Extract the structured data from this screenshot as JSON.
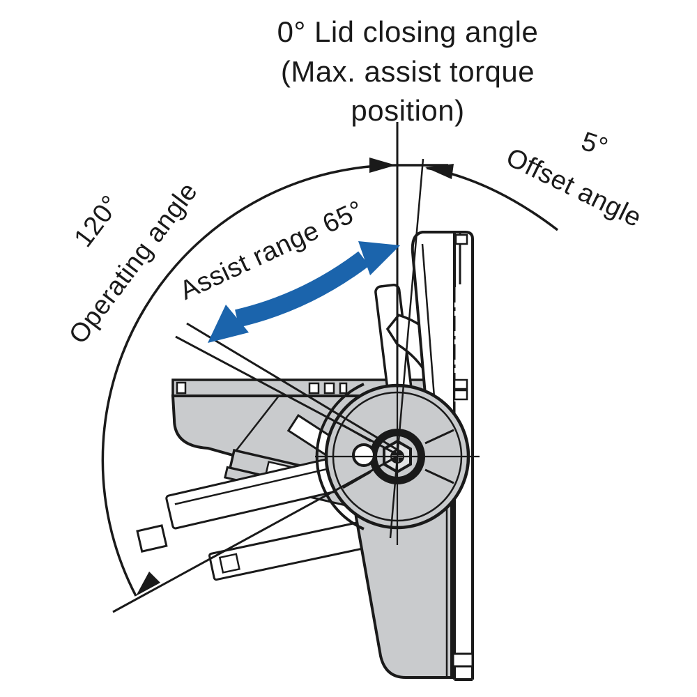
{
  "title": {
    "line1": "0° Lid closing angle",
    "line2": "(Max. assist torque position)"
  },
  "labels": {
    "operating_angle_value": "120°",
    "operating_angle_text": "Operating angle",
    "assist_range_text": "Assist range 65°",
    "offset_angle_value": "5°",
    "offset_angle_text": "Offset angle"
  },
  "angles": {
    "lid_closing_deg": 0,
    "operating_deg": 120,
    "assist_range_deg": 65,
    "offset_deg": 5
  },
  "colors": {
    "accent_blue": "#1b64ac",
    "line_ink": "#1a1a1a",
    "part_gray": "#c9cbcd",
    "background": "#ffffff"
  }
}
